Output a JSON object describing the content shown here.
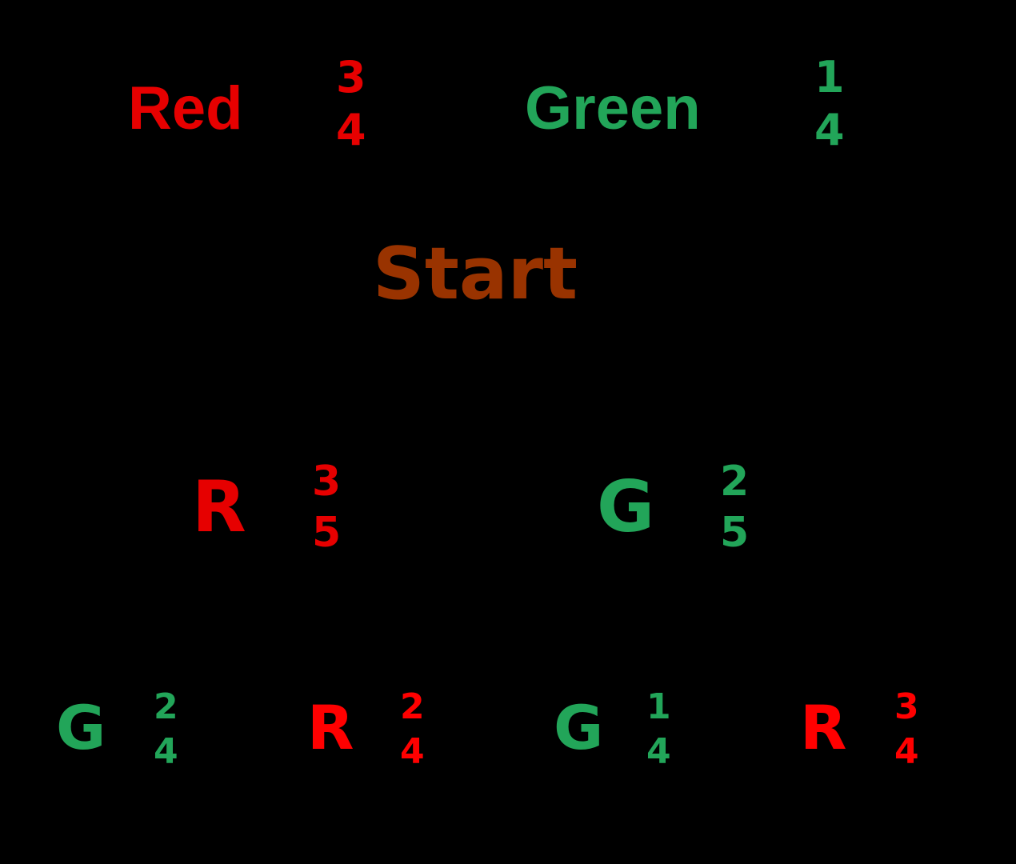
{
  "colors": {
    "background": "#000000",
    "red_header": "#e60000",
    "red": "#ff0000",
    "red_mid": "#e60000",
    "green": "#22a559",
    "start": "#993300",
    "lines": "#000000"
  },
  "legend": {
    "red": {
      "label": "Red",
      "num": "3",
      "den": "4"
    },
    "green": {
      "label": "Green",
      "num": "1",
      "den": "4"
    }
  },
  "root": {
    "label": "Start"
  },
  "level1": [
    {
      "label": "R",
      "num": "3",
      "den": "5",
      "color": "red"
    },
    {
      "label": "G",
      "num": "2",
      "den": "5",
      "color": "green"
    }
  ],
  "level2": [
    {
      "label": "G",
      "num": "2",
      "den": "4",
      "color": "green"
    },
    {
      "label": "R",
      "num": "2",
      "den": "4",
      "color": "red"
    },
    {
      "label": "G",
      "num": "1",
      "den": "4",
      "color": "green"
    },
    {
      "label": "R",
      "num": "3",
      "den": "4",
      "color": "red"
    }
  ]
}
